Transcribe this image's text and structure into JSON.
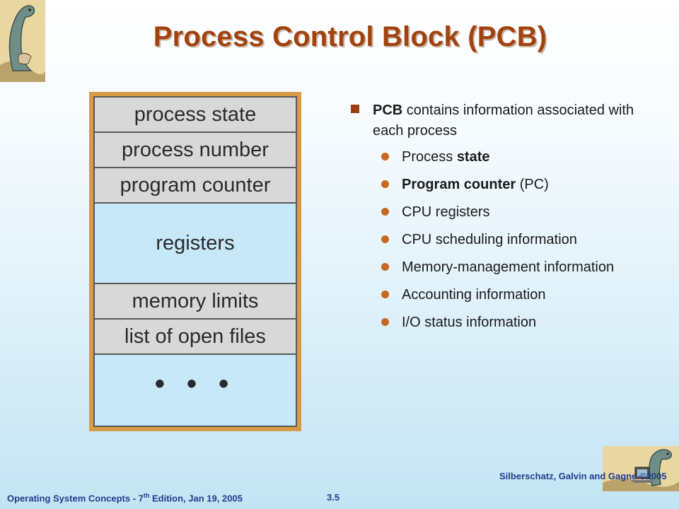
{
  "slide": {
    "title": "Process Control Block (PCB)"
  },
  "diagram": {
    "cells": [
      {
        "label": "process state"
      },
      {
        "label": "process number"
      },
      {
        "label": "program counter"
      },
      {
        "label": "registers"
      },
      {
        "label": "memory limits"
      },
      {
        "label": "list of open files"
      },
      {
        "label": "• • •"
      }
    ],
    "colors": {
      "gray_cell": "#d8d8d8",
      "blue_cell": "#c6e8f8",
      "frame": "#d79a45"
    }
  },
  "content": {
    "main_bullet": {
      "term": "PCB",
      "text": " contains information associated with each process"
    },
    "items": [
      {
        "plain_before": "Process ",
        "bold": "state",
        "plain_after": ""
      },
      {
        "plain_before": "",
        "bold": "Program counter",
        "plain_after": " (PC)"
      },
      {
        "plain_before": "CPU registers",
        "bold": "",
        "plain_after": ""
      },
      {
        "plain_before": "CPU scheduling information",
        "bold": "",
        "plain_after": ""
      },
      {
        "plain_before": "Memory-management information",
        "bold": "",
        "plain_after": ""
      },
      {
        "plain_before": "Accounting information",
        "bold": "",
        "plain_after": ""
      },
      {
        "plain_before": "I/O status information",
        "bold": "",
        "plain_after": ""
      }
    ]
  },
  "footer": {
    "left_prefix": "Operating System Concepts - 7",
    "left_sup": "th",
    "left_suffix": " Edition, Jan 19, 2005",
    "page_number": "3.5",
    "right": "Silberschatz, Galvin and Gagne ©2005"
  },
  "colors": {
    "title": "#a1420f",
    "footer": "#1f3e8c",
    "square_bullet": "#9c3e0f",
    "round_bullet": "#c9671f"
  },
  "icons": [
    "dinosaur-illustration-top-left",
    "dinosaur-illustration-bottom-right"
  ]
}
